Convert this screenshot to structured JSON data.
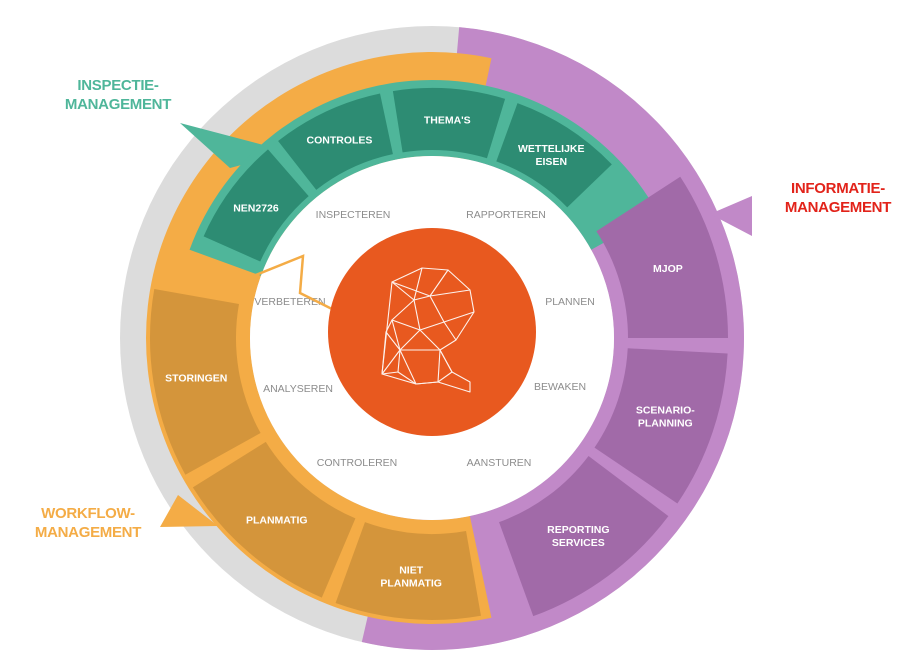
{
  "colors": {
    "teal": "#4fb69a",
    "teal_dark": "#2d8c73",
    "orange": "#f4ac46",
    "orange_dark": "#d4953b",
    "purple": "#c189c8",
    "purple_dark": "#a16aa8",
    "gray": "#dcdcdc",
    "core": "#e8591f",
    "verb_text": "#8c8c8c"
  },
  "categories": {
    "inspectie": {
      "lines": [
        "INSPECTIE-",
        "MANAGEMENT"
      ],
      "color": "#4fb69a"
    },
    "informatie": {
      "lines": [
        "INFORMATIE-",
        "MANAGEMENT"
      ],
      "color": "#e2231a"
    },
    "workflow": {
      "lines": [
        "WORKFLOW-",
        "MANAGEMENT"
      ],
      "color": "#f4ac46"
    }
  },
  "segments": [
    {
      "lines": [
        "NEN2726"
      ],
      "group": "inspectie"
    },
    {
      "lines": [
        "CONTROLES"
      ],
      "group": "inspectie"
    },
    {
      "lines": [
        "THEMA'S"
      ],
      "group": "inspectie"
    },
    {
      "lines": [
        "WETTELIJKE",
        "EISEN"
      ],
      "group": "inspectie"
    },
    {
      "lines": [
        "MJOP"
      ],
      "group": "informatie"
    },
    {
      "lines": [
        "SCENARIO-",
        "PLANNING"
      ],
      "group": "informatie"
    },
    {
      "lines": [
        "REPORTING",
        "SERVICES"
      ],
      "group": "informatie"
    },
    {
      "lines": [
        "NIET",
        "PLANMATIG"
      ],
      "group": "workflow"
    },
    {
      "lines": [
        "PLANMATIG"
      ],
      "group": "workflow"
    },
    {
      "lines": [
        "STORINGEN"
      ],
      "group": "workflow"
    }
  ],
  "verbs": [
    "INSPECTEREN",
    "RAPPORTEREN",
    "PLANNEN",
    "BEWAKEN",
    "AANSTUREN",
    "CONTROLEREN",
    "ANALYSEREN",
    "VERBETEREN"
  ],
  "core": {
    "icon": "geometric-bird-logo-icon"
  }
}
